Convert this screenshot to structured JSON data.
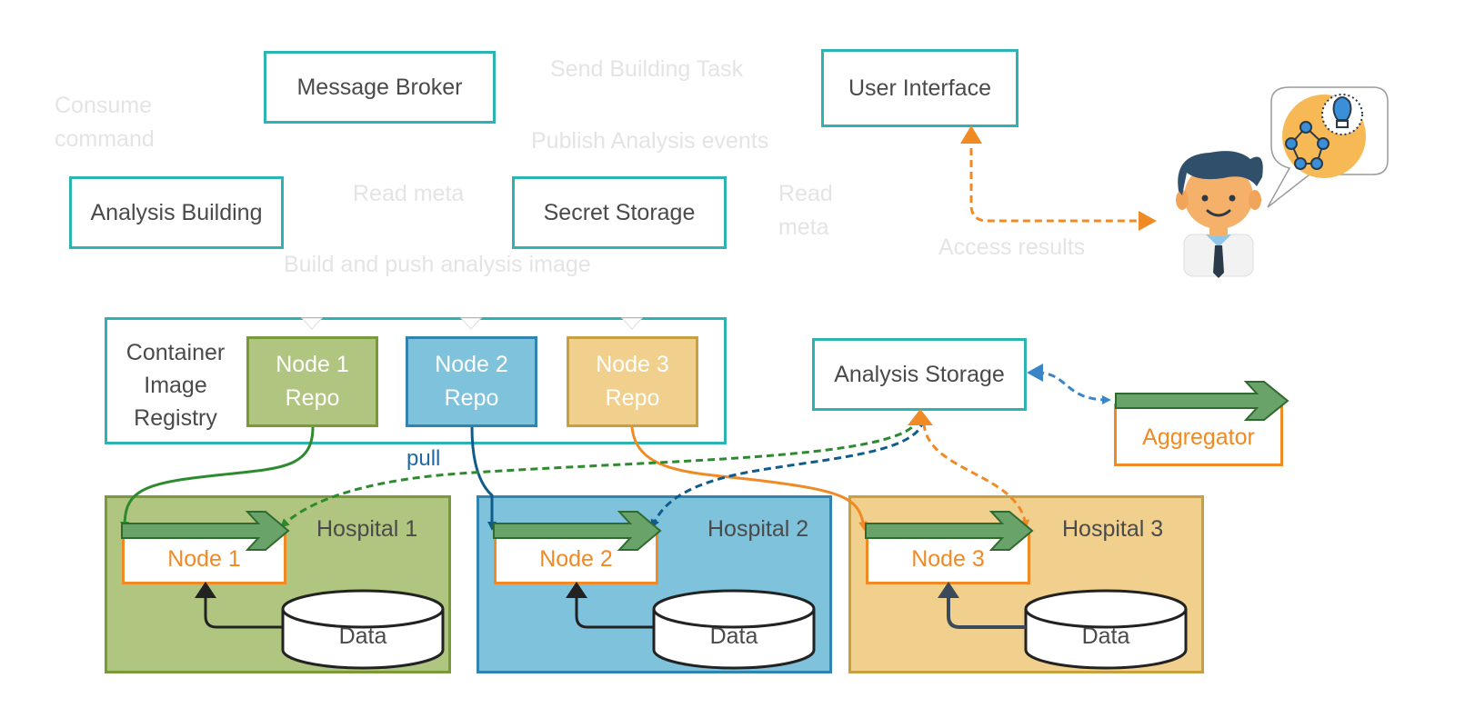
{
  "top_boxes": {
    "message_broker": "Message Broker",
    "user_interface": "User Interface",
    "analysis_building": "Analysis Building",
    "secret_storage": "Secret Storage"
  },
  "faint_labels": {
    "consume_command": "Consume\ncommand",
    "send_building_task": "Send Building Task",
    "publish_analysis_events": "Publish Analysis events",
    "read_meta_1": "Read meta",
    "read_meta_2": "Read\nmeta",
    "build_and_push": "Build and push analysis image",
    "access_results": "Access results"
  },
  "registry": {
    "label": "Container\nImage\nRegistry",
    "repos": [
      {
        "label": "Node 1\nRepo"
      },
      {
        "label": "Node 2\nRepo"
      },
      {
        "label": "Node 3\nRepo"
      }
    ]
  },
  "analysis_storage": "Analysis Storage",
  "aggregator": "Aggregator",
  "pull_label": "pull",
  "hospitals": [
    {
      "name": "Hospital 1",
      "node": "Node 1",
      "data": "Data"
    },
    {
      "name": "Hospital 2",
      "node": "Node 2",
      "data": "Data"
    },
    {
      "name": "Hospital 3",
      "node": "Node 3",
      "data": "Data"
    }
  ],
  "colors": {
    "teal": "#2eb3b3",
    "orange": "#f08a24",
    "green_hospital": "#b0c57f",
    "blue_hospital": "#7fc2dc",
    "yellow_hospital": "#f0d08c",
    "green_arrow": "#2e8a2e",
    "blue_arrow": "#0f5c8c"
  },
  "icons": [
    "user-avatar-icon",
    "idea-network-icon"
  ]
}
